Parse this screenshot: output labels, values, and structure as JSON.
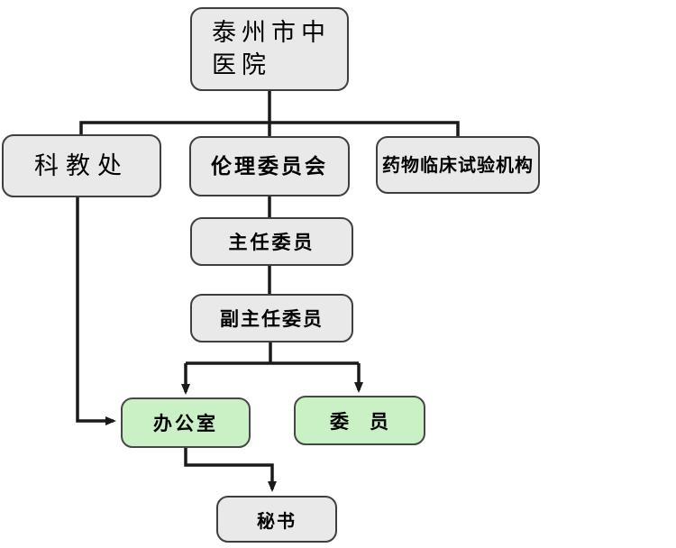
{
  "diagram": {
    "type": "org-chart",
    "colors": {
      "gray_box_fill": "#e9e9e9",
      "green_box_fill": "#c9f1c5",
      "box_border": "#3f3f3f",
      "connector_line": "#1a1a1a",
      "background": "#ffffff",
      "text": "#000000"
    },
    "nodes": {
      "hospital": {
        "label": "泰州市中医院"
      },
      "science_education_dept": {
        "label": "科教处"
      },
      "ethics_committee": {
        "label": "伦理委员会"
      },
      "drug_trial_institution": {
        "label": "药物临床试验机构"
      },
      "chairman": {
        "label": "主任委员"
      },
      "vice_chairman": {
        "label": "副主任委员"
      },
      "office": {
        "label": "办公室"
      },
      "committee_members": {
        "label": "委　员"
      },
      "secretary": {
        "label": "秘书"
      }
    },
    "edges": [
      {
        "from": "hospital",
        "to": "science_education_dept",
        "arrow": false
      },
      {
        "from": "hospital",
        "to": "ethics_committee",
        "arrow": false
      },
      {
        "from": "hospital",
        "to": "drug_trial_institution",
        "arrow": false
      },
      {
        "from": "ethics_committee",
        "to": "chairman",
        "arrow": false
      },
      {
        "from": "chairman",
        "to": "vice_chairman",
        "arrow": false
      },
      {
        "from": "vice_chairman",
        "to": "office",
        "arrow": true
      },
      {
        "from": "vice_chairman",
        "to": "committee_members",
        "arrow": true
      },
      {
        "from": "science_education_dept",
        "to": "office",
        "arrow": true
      },
      {
        "from": "office",
        "to": "secretary",
        "arrow": true
      }
    ]
  }
}
